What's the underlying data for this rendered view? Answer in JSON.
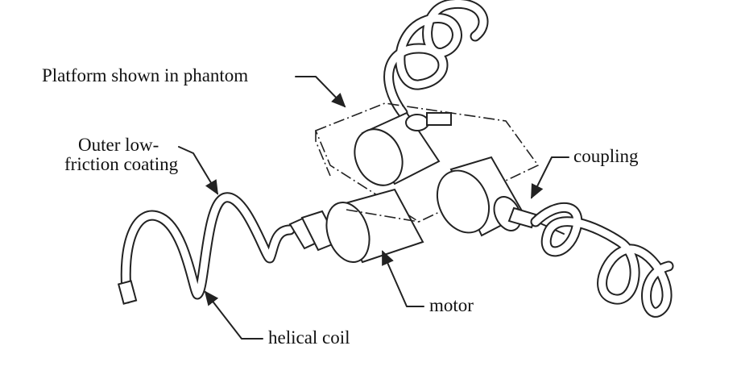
{
  "labels": {
    "platform": "Platform shown in phantom",
    "coating_line1": "Outer low-",
    "coating_line2": "friction coating",
    "coupling": "coupling",
    "motor": "motor",
    "helical_coil": "helical coil"
  }
}
